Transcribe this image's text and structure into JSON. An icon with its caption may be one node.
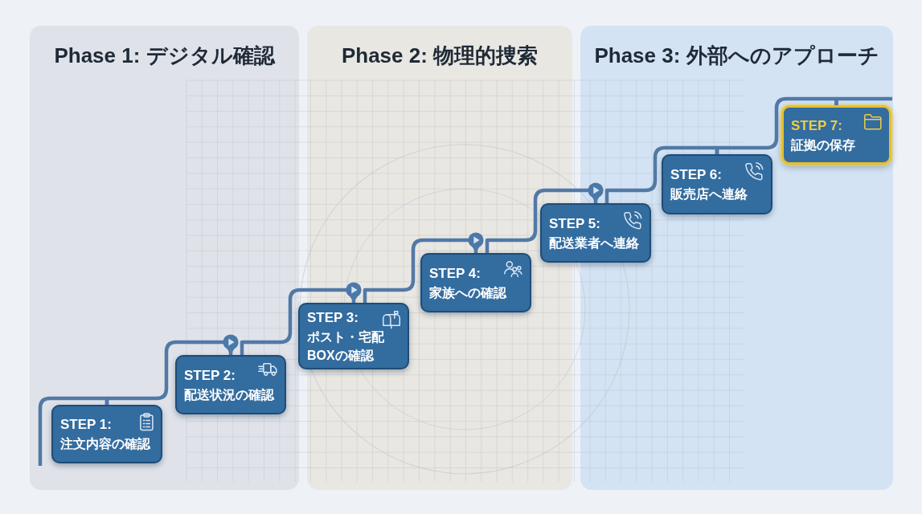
{
  "diagram": {
    "nodes": [
      {
        "text": [
          "Phase 1: デジタル確認"
        ]
      },
      {
        "text": [
          "Phase 2: 物理的捜索"
        ]
      },
      {
        "text": [
          "Phase 3: 外部へのアプローチ"
        ]
      },
      {
        "text": [
          "STEP 1:",
          "注文内容の確認"
        ],
        "in": 0
      },
      {
        "text": [
          "STEP 2:",
          "配送状況の確認"
        ],
        "in": 0
      },
      {
        "text": [
          "STEP 3:",
          "ポスト・宅配BOXの確認"
        ]
      },
      {
        "text": [
          "STEP 4:",
          "家族への確認"
        ],
        "in": 1
      },
      {
        "text": [
          "STEP 5:",
          "配送業者へ連絡"
        ]
      },
      {
        "text": [
          "STEP 6:",
          "販売店へ連絡"
        ],
        "in": 2
      },
      {
        "text": [
          "STEP 7:",
          "証拠の保存"
        ],
        "in": 2
      }
    ],
    "edges": [
      {
        "from": null,
        "to": 3,
        "arrow": "none"
      },
      {
        "from": 3,
        "to": 4,
        "arrow": "to"
      },
      {
        "from": 4,
        "to": 5,
        "arrow": "to"
      },
      {
        "from": 5,
        "to": 6,
        "arrow": "to"
      },
      {
        "from": 6,
        "to": 7,
        "arrow": "to"
      },
      {
        "from": 7,
        "to": 8,
        "arrow": "none"
      },
      {
        "from": 8,
        "to": 9,
        "arrow": "none"
      },
      {
        "from": 9,
        "to": null,
        "arrow": "none"
      }
    ]
  }
}
